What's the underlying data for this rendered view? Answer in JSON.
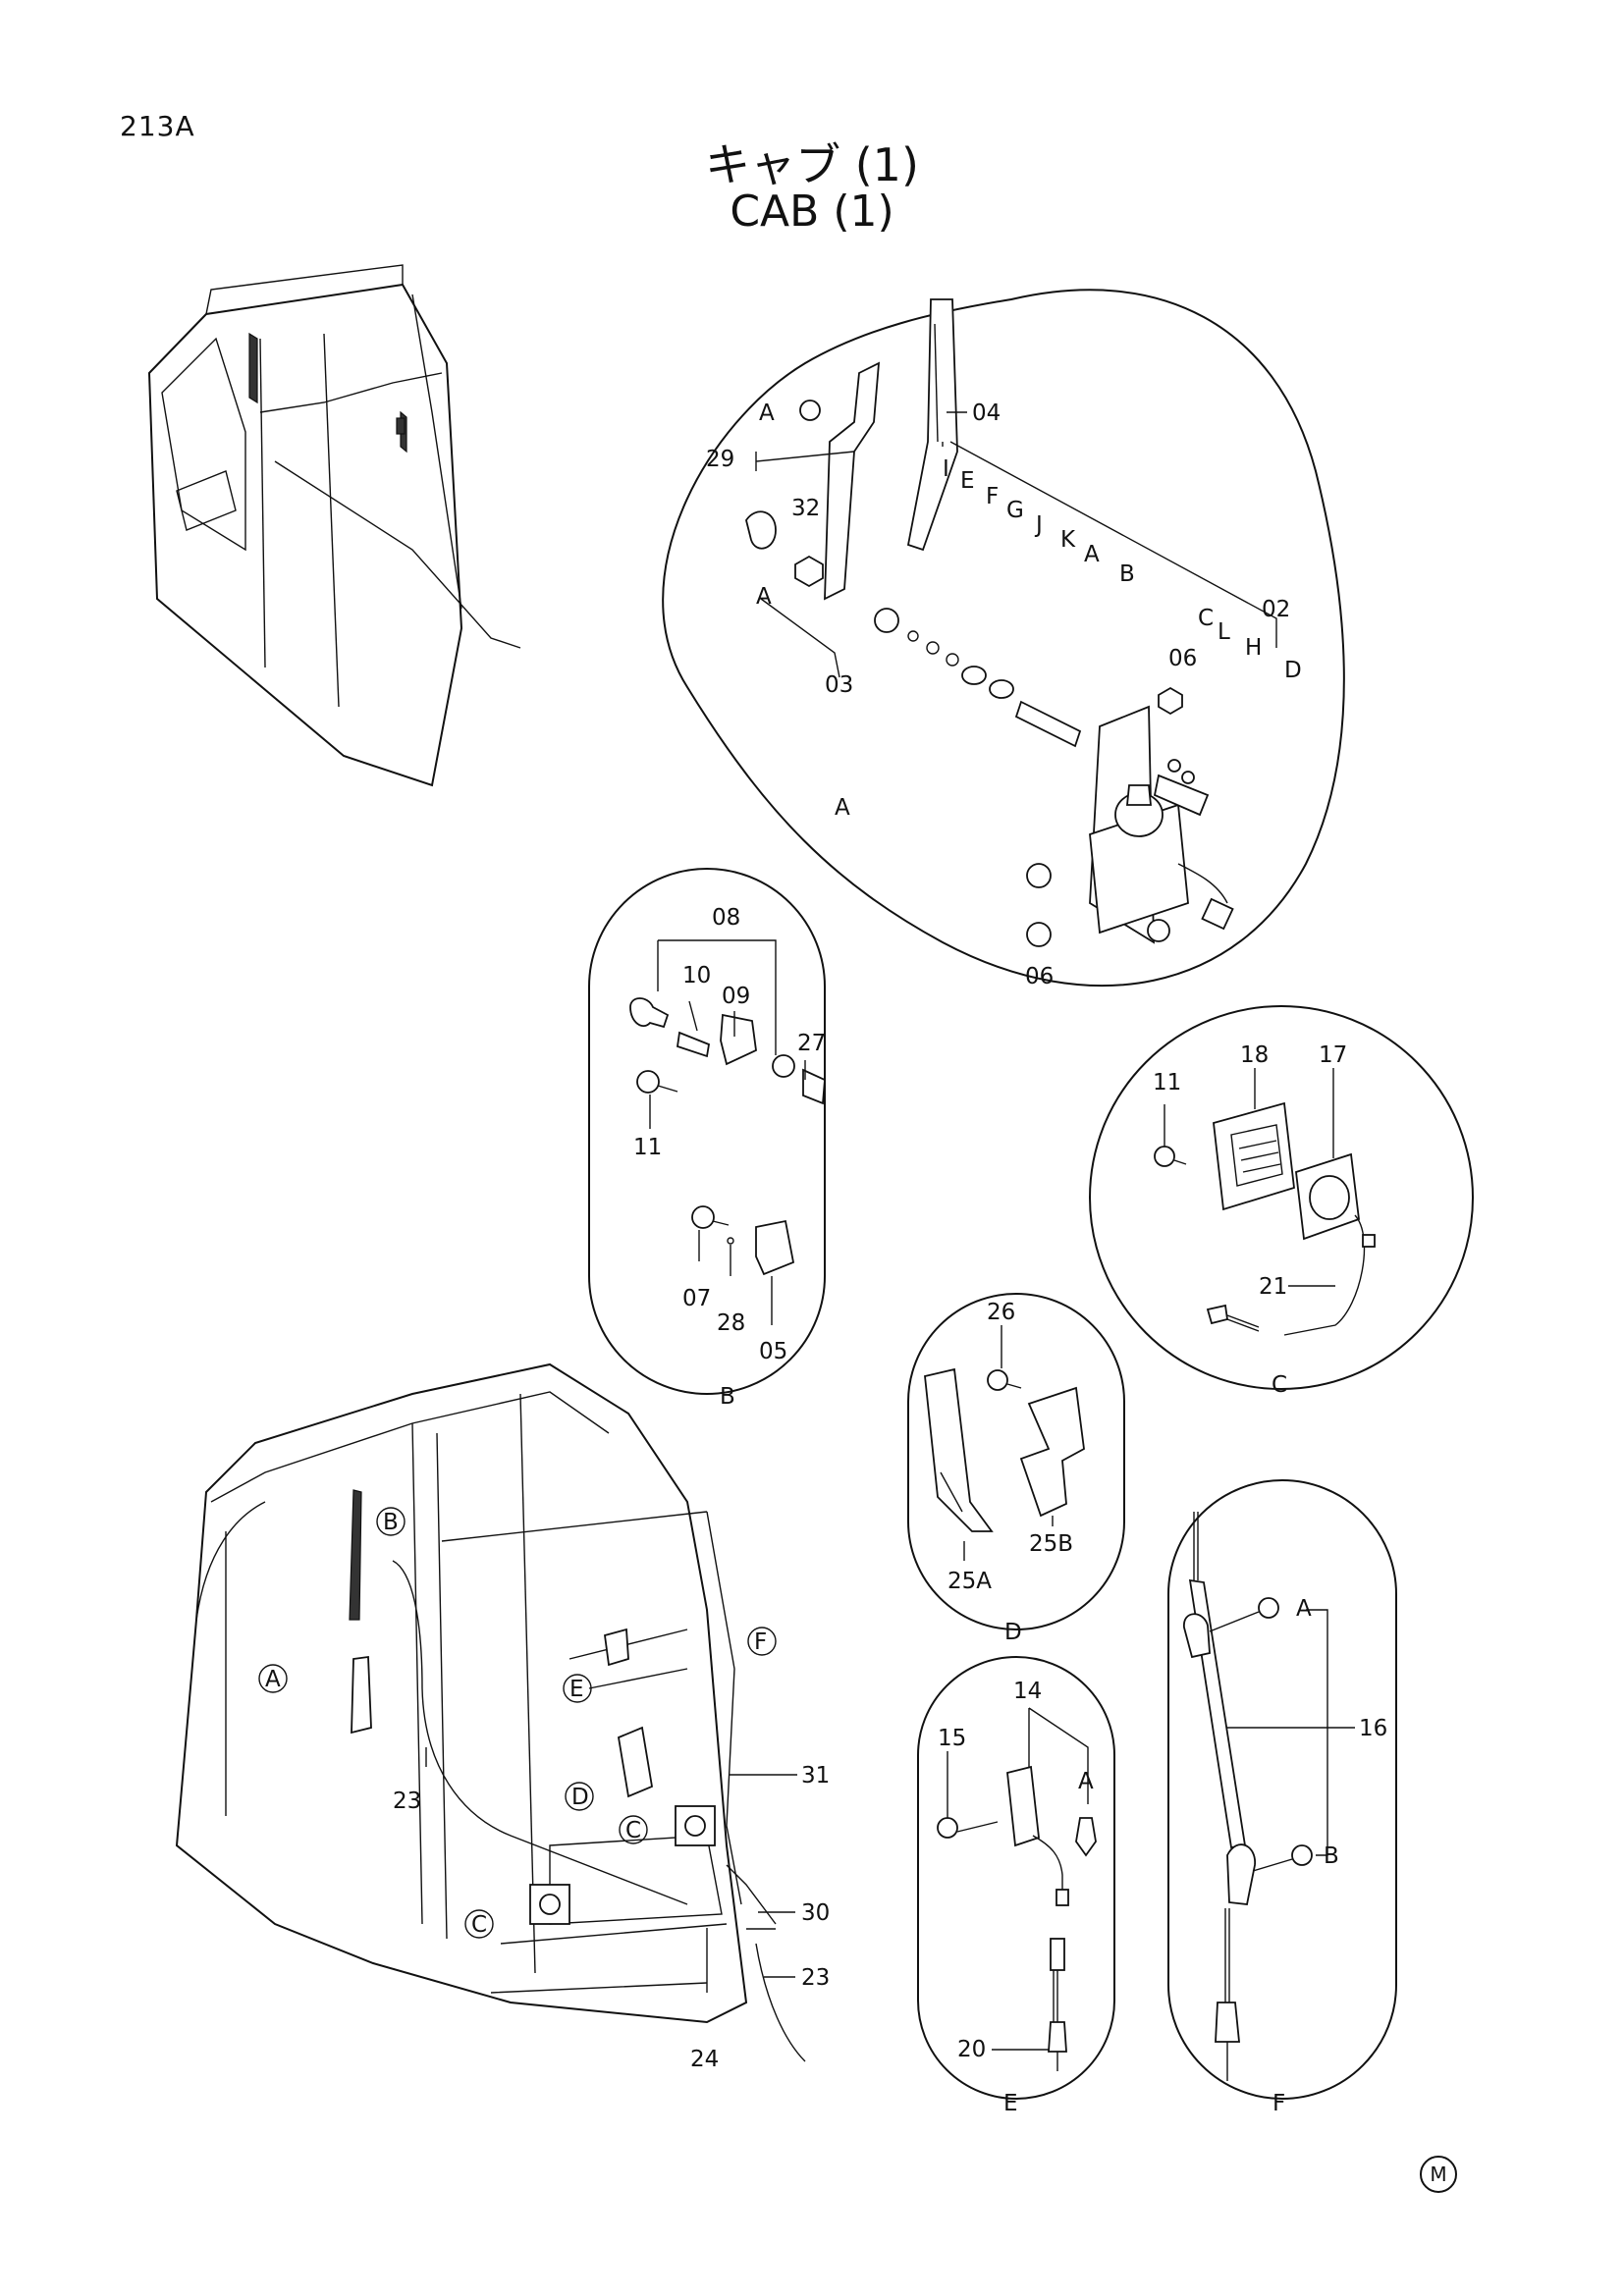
{
  "header": {
    "page_code": "213A",
    "title_jp": "キャブ (1)",
    "title_en": "CAB (1)",
    "corner_mark": "M"
  },
  "detail_a": {
    "view_letter": "A",
    "labels": [
      "A",
      "29",
      "32",
      "A",
      "03",
      "04",
      "I",
      "E",
      "F",
      "G",
      "J",
      "K",
      "A",
      "B",
      "C",
      "L",
      "02",
      "H",
      "D",
      "06",
      "06"
    ]
  },
  "detail_b": {
    "view_letter": "B",
    "labels": [
      "08",
      "10",
      "09",
      "27",
      "11",
      "07",
      "28",
      "05"
    ]
  },
  "detail_c": {
    "view_letter": "C",
    "labels": [
      "11",
      "18",
      "17",
      "21"
    ]
  },
  "detail_d": {
    "view_letter": "D",
    "labels": [
      "26",
      "25A",
      "25B"
    ]
  },
  "detail_e": {
    "view_letter": "E",
    "labels": [
      "14",
      "15",
      "A",
      "20"
    ]
  },
  "detail_f": {
    "view_letter": "F",
    "labels": [
      "A",
      "16",
      "B"
    ]
  },
  "cab_overview": {
    "labels": [
      "23",
      "31",
      "30",
      "23",
      "24"
    ],
    "callouts": [
      "B",
      "A",
      "E",
      "F",
      "D",
      "C",
      "C"
    ]
  }
}
